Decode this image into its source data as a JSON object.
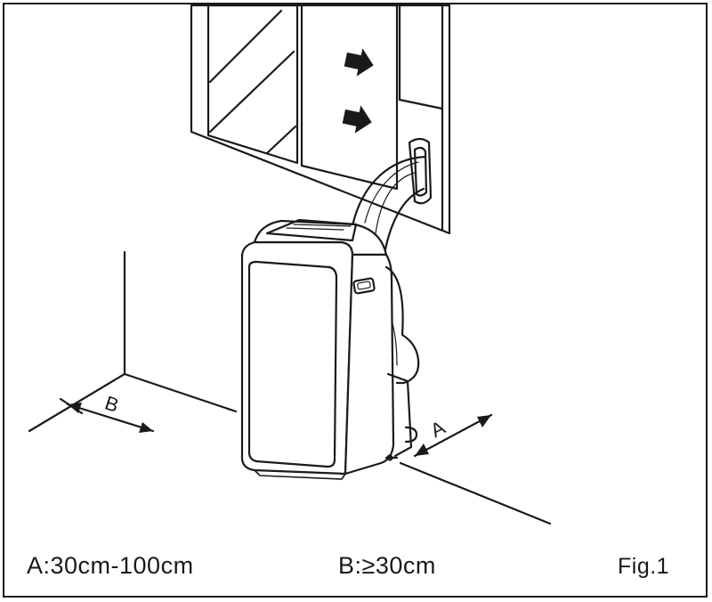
{
  "labels": {
    "dim_a": "A",
    "dim_b": "B"
  },
  "captions": {
    "a": "A:30cm-100cm",
    "b": "B:≥30cm",
    "figure": "Fig.1"
  }
}
